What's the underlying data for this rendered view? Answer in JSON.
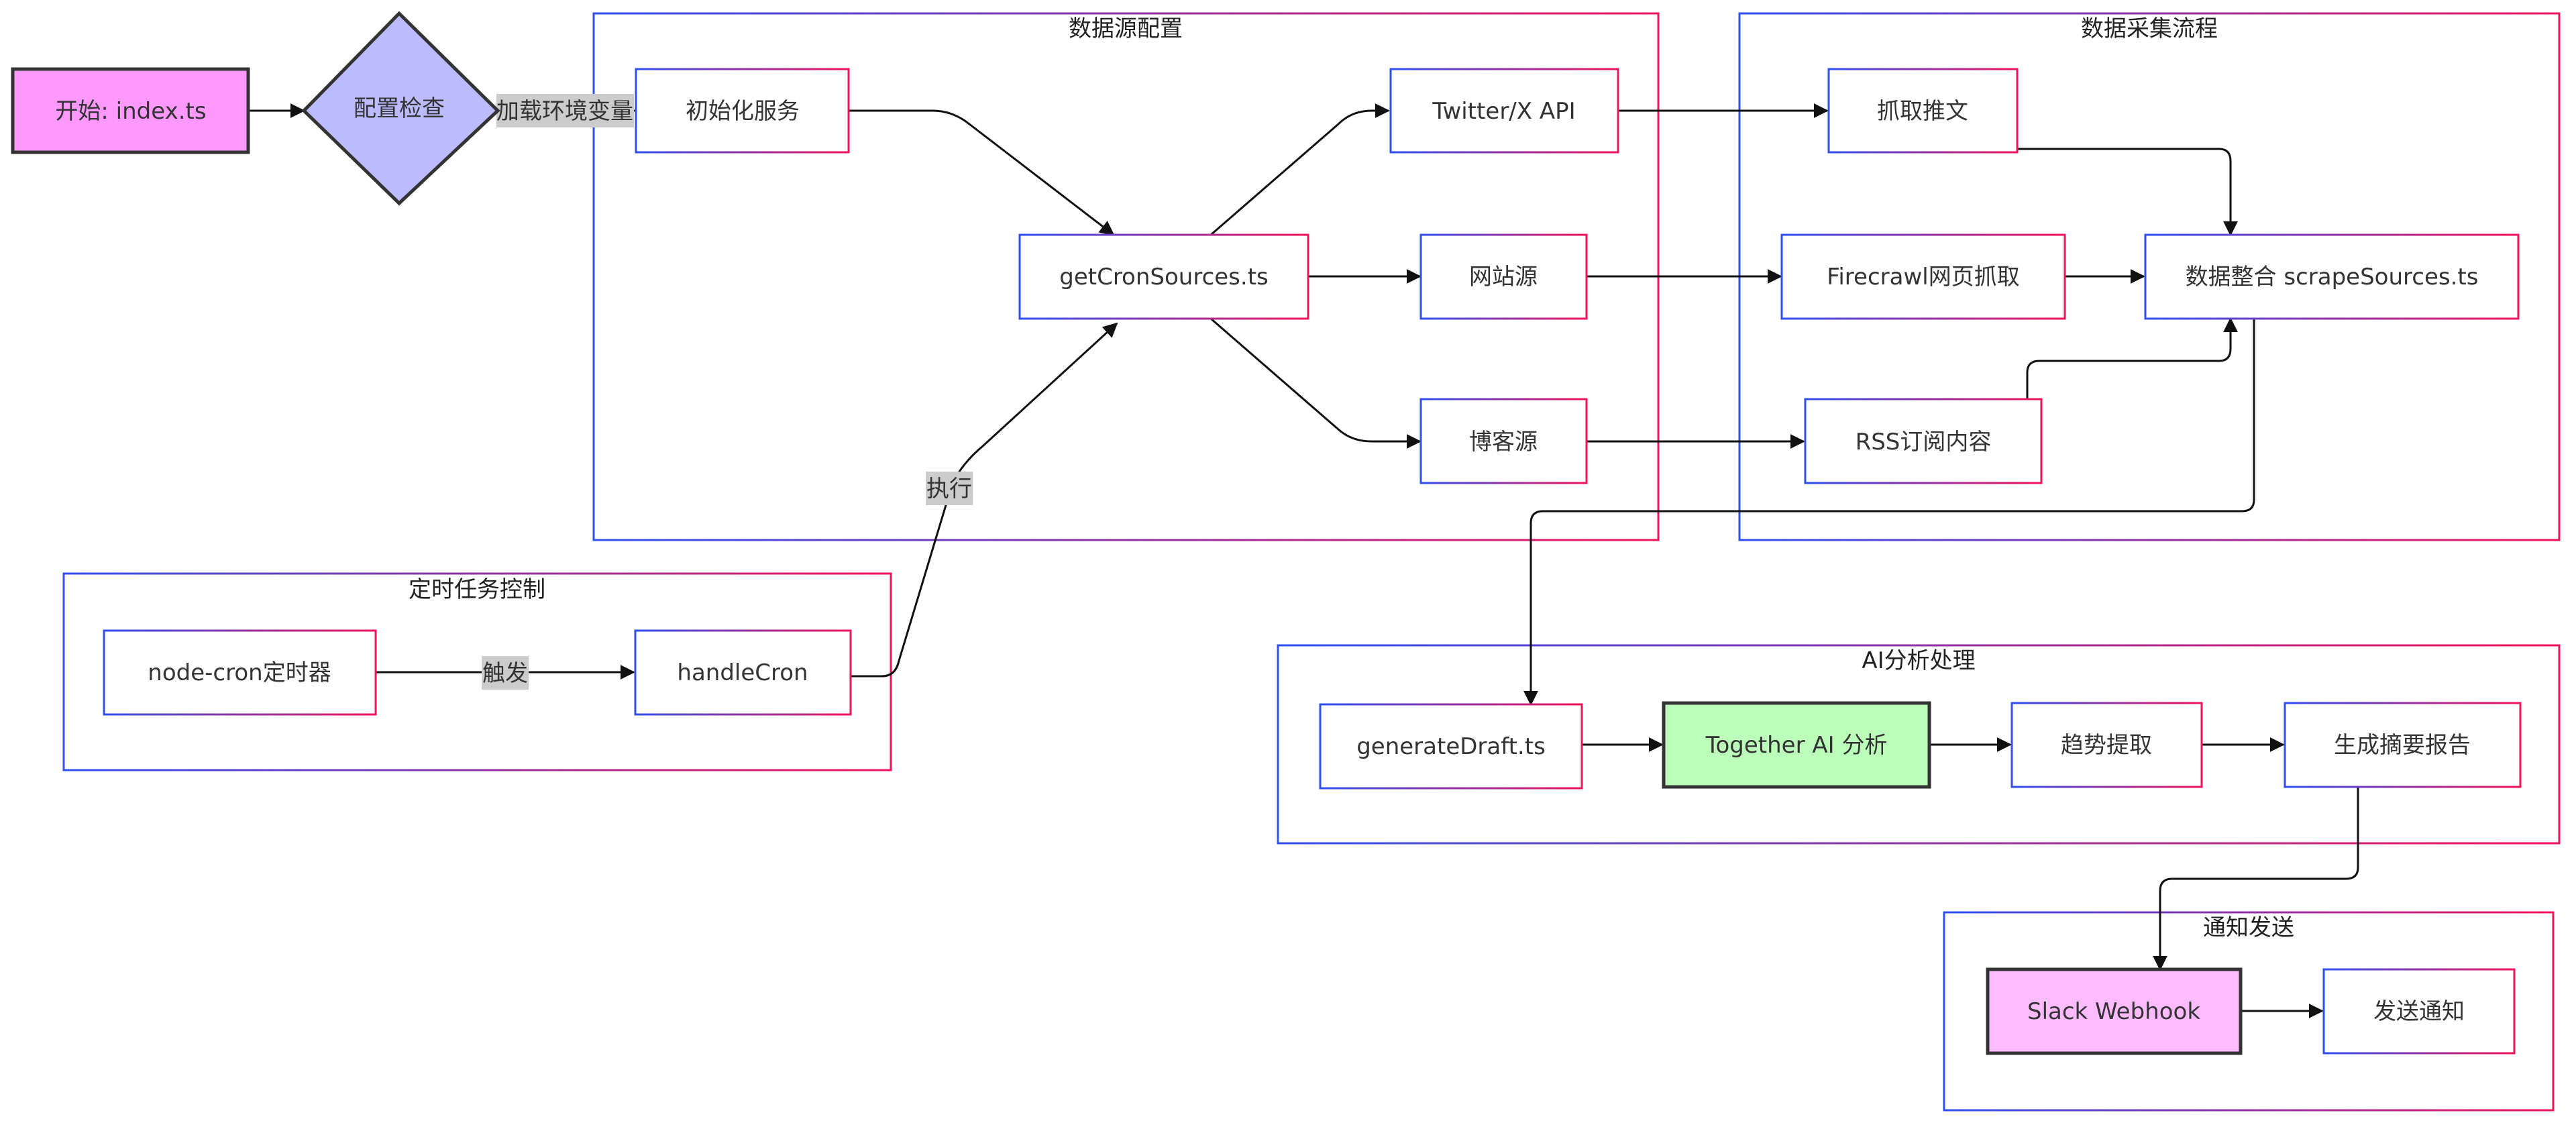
{
  "colors": {
    "cluster_border_start": "#2f4ff0",
    "cluster_border_end": "#f0145a",
    "node_border_start": "#2f4ff0",
    "node_border_end": "#f0145a",
    "edge": "#111111",
    "edge_label_bg": "#cccccc",
    "start_fill": "#ff99ff",
    "check_fill": "#bbbbff",
    "ai_fill": "#bbffbb",
    "slack_fill": "#ffbbff",
    "node_fill": "#ffffff"
  },
  "clusters": {
    "datasource": {
      "label": "数据源配置"
    },
    "collection": {
      "label": "数据采集流程"
    },
    "cron": {
      "label": "定时任务控制"
    },
    "ai": {
      "label": "AI分析处理"
    },
    "notify": {
      "label": "通知发送"
    }
  },
  "nodes": {
    "start": {
      "label": "开始: index.ts"
    },
    "config_check": {
      "label": "配置检查"
    },
    "init_service": {
      "label": "初始化服务"
    },
    "get_cron_sources": {
      "label": "getCronSources.ts"
    },
    "twitter_api": {
      "label": "Twitter/X API"
    },
    "website_source": {
      "label": "网站源"
    },
    "blog_source": {
      "label": "博客源"
    },
    "fetch_tweets": {
      "label": "抓取推文"
    },
    "firecrawl": {
      "label": "Firecrawl网页抓取"
    },
    "rss_content": {
      "label": "RSS订阅内容"
    },
    "scrape_sources": {
      "label": "数据整合 scrapeSources.ts"
    },
    "node_cron": {
      "label": "node-cron定时器"
    },
    "handle_cron": {
      "label": "handleCron"
    },
    "generate_draft": {
      "label": "generateDraft.ts"
    },
    "together_ai": {
      "label": "Together AI 分析"
    },
    "trend_extract": {
      "label": "趋势提取"
    },
    "summary_report": {
      "label": "生成摘要报告"
    },
    "slack_webhook": {
      "label": "Slack Webhook"
    },
    "send_notification": {
      "label": "发送通知"
    }
  },
  "edge_labels": {
    "load_env": "加载环境变量",
    "trigger": "触发",
    "execute": "执行"
  }
}
